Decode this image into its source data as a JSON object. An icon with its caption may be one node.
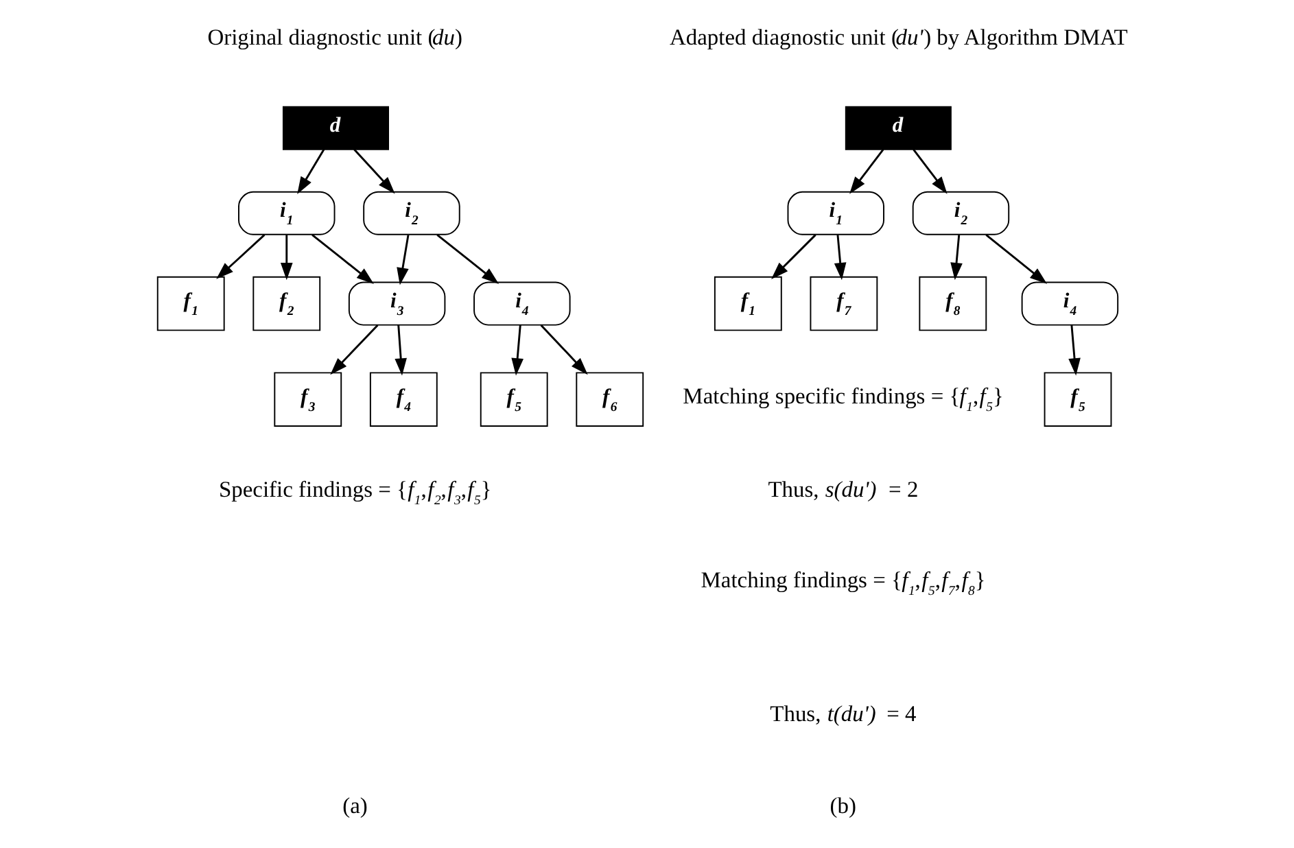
{
  "diagram": {
    "nodes": [
      {
        "text": [
          "d"
        ]
      },
      {
        "text": [
          "i$_{1}$"
        ]
      },
      {
        "text": [
          "i$_{2}$"
        ]
      },
      {
        "text": [
          "i$_{3}$"
        ]
      },
      {
        "text": [
          "i$_{4}$"
        ]
      },
      {
        "text": [
          "f$_{1}$"
        ]
      },
      {
        "text": [
          "f$_{2}$"
        ]
      },
      {
        "text": [
          "f$_{3}$"
        ]
      },
      {
        "text": [
          "f$_{4}$"
        ]
      },
      {
        "text": [
          "f$_{5}$"
        ]
      },
      {
        "text": [
          "f$_{6}$"
        ]
      },
      {
        "text": [
          "d"
        ]
      },
      {
        "text": [
          "i$_{1}$"
        ]
      },
      {
        "text": [
          "i$_{2}$"
        ]
      },
      {
        "text": [
          "i$_{4}$"
        ]
      },
      {
        "text": [
          "f$_{1}$"
        ]
      },
      {
        "text": [
          "f$_{7}$"
        ]
      },
      {
        "text": [
          "f$_{8}$"
        ]
      },
      {
        "text": [
          "f$_{5}$"
        ]
      }
    ],
    "edges": [
      {
        "from": 0,
        "to": 1,
        "arrow": "to"
      },
      {
        "from": 0,
        "to": 2,
        "arrow": "to"
      },
      {
        "from": 1,
        "to": 5,
        "arrow": "to"
      },
      {
        "from": 1,
        "to": 6,
        "arrow": "to"
      },
      {
        "from": 1,
        "to": 3,
        "arrow": "to"
      },
      {
        "from": 2,
        "to": 3,
        "arrow": "to"
      },
      {
        "from": 2,
        "to": 4,
        "arrow": "to"
      },
      {
        "from": 3,
        "to": 7,
        "arrow": "to"
      },
      {
        "from": 3,
        "to": 8,
        "arrow": "to"
      },
      {
        "from": 4,
        "to": 9,
        "arrow": "to"
      },
      {
        "from": 4,
        "to": 10,
        "arrow": "to"
      },
      {
        "from": 11,
        "to": 12,
        "arrow": "to"
      },
      {
        "from": 11,
        "to": 13,
        "arrow": "to"
      },
      {
        "from": 12,
        "to": 15,
        "arrow": "to"
      },
      {
        "from": 12,
        "to": 16,
        "arrow": "to"
      },
      {
        "from": 13,
        "to": 17,
        "arrow": "to"
      },
      {
        "from": 13,
        "to": 14,
        "arrow": "to"
      },
      {
        "from": 14,
        "to": 18,
        "arrow": "to"
      }
    ],
    "labels": [
      "Original diagnostic unit (*du*)",
      "Adapted diagnostic unit (*du'*) by Algorithm DMAT",
      "Specific findings = {*f$_{1}$*,*f$_{2}$*,*f$_{3}$*,*f$_{5}$*}",
      "Matching specific findings = {*f$_{1}$*,*f$_{5}$*}",
      "Thus, *s(du')* = 2",
      "Matching findings = {*f$_{1}$*,*f$_{5}$*,*f$_{7}$*,*f$_{8}$*}",
      "Thus, *t(du')* = 4",
      "(a)",
      "(b)"
    ]
  }
}
